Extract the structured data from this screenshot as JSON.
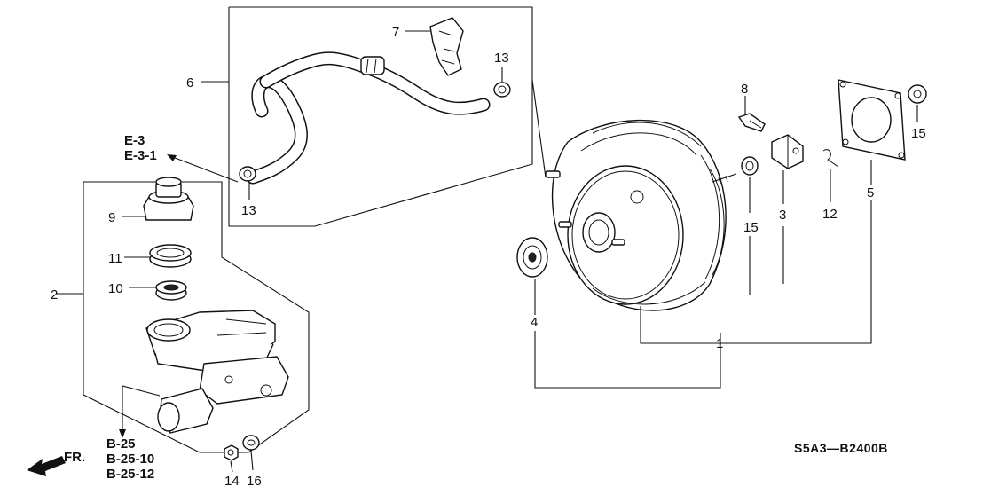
{
  "diagram": {
    "callouts": {
      "c1": "1",
      "c2": "2",
      "c3": "3",
      "c4": "4",
      "c5": "5",
      "c6": "6",
      "c7": "7",
      "c8": "8",
      "c9": "9",
      "c10": "10",
      "c11": "11",
      "c12": "12",
      "c13a": "13",
      "c13b": "13",
      "c14": "14",
      "c15a": "15",
      "c15b": "15",
      "c16": "16"
    },
    "references": {
      "e_group": [
        "E-3",
        "E-3-1"
      ],
      "b_group": [
        "B-25",
        "B-25-10",
        "B-25-12"
      ]
    },
    "direction_label": "FR.",
    "diagram_code": "S5A3—B2400B"
  }
}
